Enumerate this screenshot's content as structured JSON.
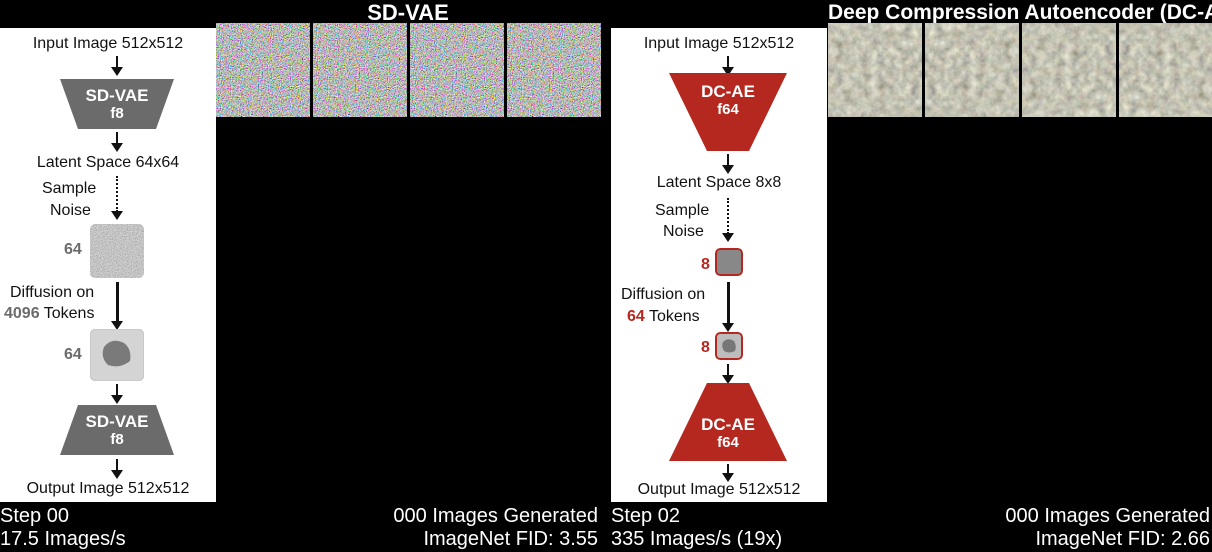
{
  "left": {
    "title": "SD-VAE",
    "input_label": "Input Image 512x512",
    "encoder": {
      "name": "SD-VAE",
      "factor": "f8"
    },
    "latent_label": "Latent Space 64x64",
    "sample_noise": [
      "Sample",
      "Noise"
    ],
    "noise_size": "64",
    "diffusion": {
      "line1": "Diffusion on",
      "tokens": "4096",
      "tokens_suffix": "Tokens"
    },
    "result_size": "64",
    "decoder": {
      "name": "SD-VAE",
      "factor": "f8"
    },
    "output_label": "Output Image 512x512",
    "footer": {
      "step": "Step 00",
      "speed": "17.5 Images/s",
      "generated": "000 Images Generated",
      "fid": "ImageNet FID: 3.55"
    },
    "accent": "#6b6b6b"
  },
  "right": {
    "title": "Deep Compression Autoencoder (DC-AE)",
    "input_label": "Input Image 512x512",
    "encoder": {
      "name": "DC-AE",
      "factor": "f64"
    },
    "latent_label": "Latent Space 8x8",
    "sample_noise": [
      "Sample",
      "Noise"
    ],
    "noise_size": "8",
    "diffusion": {
      "line1": "Diffusion on",
      "tokens": "64",
      "tokens_suffix": "Tokens"
    },
    "result_size": "8",
    "decoder": {
      "name": "DC-AE",
      "factor": "f64"
    },
    "output_label": "Output Image 512x512",
    "footer": {
      "step": "Step 02",
      "speed": "335 Images/s (19x)",
      "generated": "000 Images Generated",
      "fid": "ImageNet FID: 2.66"
    },
    "accent": "#b5281f"
  }
}
